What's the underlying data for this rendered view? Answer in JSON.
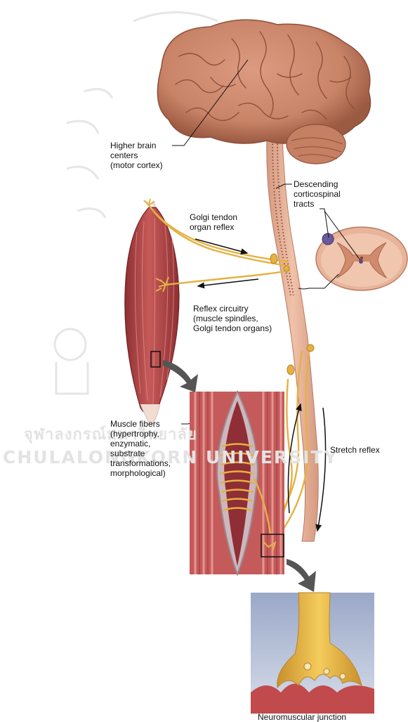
{
  "watermark": {
    "thai_text": "จุฬาลงกรณ์มหาวิทยาลัย",
    "english_text": "CHULALONGKORN UNIVERSITY"
  },
  "labels": {
    "higher_brain": "Higher brain\ncenters\n(motor cortex)",
    "descending": "Descending\ncorticospinal\ntracts",
    "golgi_reflex": "Golgi tendon\norgan reflex",
    "reflex_circuitry": "Reflex circuitry\n(muscle spindles,\nGolgi tendon organs)",
    "muscle_fibers": "Muscle fibers\n(hypertrophy,\nenzymatic,\nsubstrate\ntransformations,\nmorphological)",
    "stretch_reflex": "Stretch reflex",
    "nmj": "Neuromuscular junction"
  },
  "colors": {
    "brain": "#c98468",
    "brain_dark": "#8f4f3a",
    "spinal_cord": "#e8b49a",
    "muscle": "#b5474a",
    "muscle_light": "#d97b78",
    "nerve": "#e5b143",
    "nerve_dark": "#b8842a",
    "arrow_gray": "#555555",
    "nmj_bg": "#b9c4dd",
    "watermark": "#e3e3e3"
  }
}
